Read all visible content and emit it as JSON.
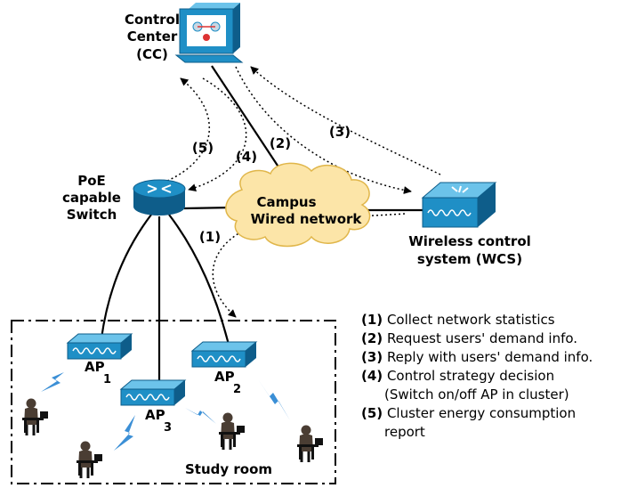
{
  "nodes": {
    "control_center": {
      "line1": "Control",
      "line2": "Center",
      "line3": "(CC)"
    },
    "switch": {
      "line1": "PoE",
      "line2": "capable",
      "line3": "Switch"
    },
    "network": {
      "line1": "Campus",
      "line2": "Wired network"
    },
    "wcs": {
      "line1": "Wireless control",
      "line2": "system (WCS)"
    },
    "ap1": {
      "label": "AP",
      "sub": "1"
    },
    "ap2": {
      "label": "AP",
      "sub": "2"
    },
    "ap3": {
      "label": "AP",
      "sub": "3"
    },
    "room": {
      "label": "Study room"
    }
  },
  "steps": {
    "s1": "(1)",
    "s2": "(2)",
    "s3": "(3)",
    "s4": "(4)",
    "s5": "(5)"
  },
  "legend": [
    {
      "num": "(1)",
      "text": "Collect network statistics"
    },
    {
      "num": "(2)",
      "text": "Request users' demand info."
    },
    {
      "num": "(3)",
      "text": "Reply with users' demand info."
    },
    {
      "num": "(4)",
      "text": "Control strategy decision",
      "cont": "(Switch on/off AP in cluster)"
    },
    {
      "num": "(5)",
      "text": "Cluster energy consumption",
      "cont": "report"
    }
  ],
  "colors": {
    "device": "#1f8fc6",
    "device_dark": "#0e5d8a",
    "cloud": "#fce5a8",
    "cloud_stroke": "#e0b64a",
    "wireless": "#3b8fd6",
    "person": "#4a3d33"
  }
}
